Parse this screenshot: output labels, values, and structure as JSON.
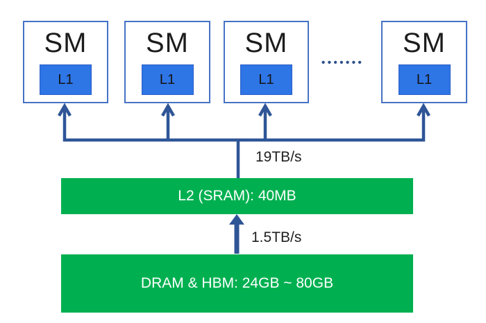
{
  "diagram": {
    "sm_units": [
      {
        "label": "SM",
        "cache_label": "L1"
      },
      {
        "label": "SM",
        "cache_label": "L1"
      },
      {
        "label": "SM",
        "cache_label": "L1"
      },
      {
        "label": "SM",
        "cache_label": "L1"
      }
    ],
    "ellipsis": "•••••••",
    "bandwidths": {
      "l2_to_sm": "19TB/s",
      "dram_to_l2": "1.5TB/s"
    },
    "l2": {
      "label": "L2 (SRAM): 40MB"
    },
    "dram": {
      "label": "DRAM & HBM: 24GB ~ 80GB"
    },
    "colors": {
      "sm_border_blue": "#4472C4",
      "l1_fill_blue": "#2E75E6",
      "connector_blue": "#2F5597",
      "memory_green": "#00B050",
      "text_dark": "#1F1F1F",
      "text_light": "#FFFFFF"
    }
  }
}
